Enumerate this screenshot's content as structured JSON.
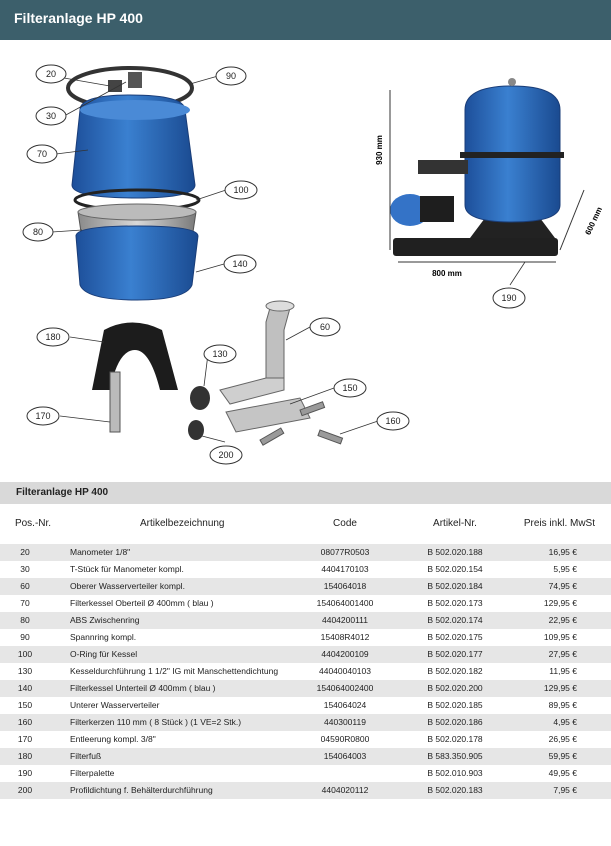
{
  "header": {
    "title": "Filteranlage HP 400"
  },
  "diagram": {
    "callouts": [
      "20",
      "90",
      "30",
      "70",
      "100",
      "80",
      "140",
      "60",
      "180",
      "130",
      "150",
      "170",
      "160",
      "200",
      "190"
    ],
    "dim_height": "930 mm",
    "dim_width": "800 mm",
    "dim_depth": "600 mm"
  },
  "section": {
    "title": "Filteranlage HP 400"
  },
  "table": {
    "headers": {
      "pos": "Pos.-Nr.",
      "desc": "Artikelbezeichnung",
      "code": "Code",
      "art": "Artikel-Nr.",
      "price": "Preis inkl. MwSt"
    },
    "rows": [
      {
        "pos": "20",
        "desc": "Manometer 1/8\"",
        "code": "08077R0503",
        "art": "B 502.020.188",
        "price": "16,95 €"
      },
      {
        "pos": "30",
        "desc": "T-Stück für Manometer kompl.",
        "code": "4404170103",
        "art": "B 502.020.154",
        "price": "5,95 €"
      },
      {
        "pos": "60",
        "desc": "Oberer Wasserverteiler kompl.",
        "code": "154064018",
        "art": "B 502.020.184",
        "price": "74,95 €"
      },
      {
        "pos": "70",
        "desc": "Filterkessel Oberteil Ø 400mm ( blau )",
        "code": "154064001400",
        "art": "B 502.020.173",
        "price": "129,95 €"
      },
      {
        "pos": "80",
        "desc": "ABS Zwischenring",
        "code": "4404200111",
        "art": "B 502.020.174",
        "price": "22,95 €"
      },
      {
        "pos": "90",
        "desc": "Spannring kompl.",
        "code": "15408R4012",
        "art": "B 502.020.175",
        "price": "109,95 €"
      },
      {
        "pos": "100",
        "desc": "O-Ring für Kessel",
        "code": "4404200109",
        "art": "B 502.020.177",
        "price": "27,95 €"
      },
      {
        "pos": "130",
        "desc": "Kesseldurchführung 1 1/2\" IG mit Manschettendichtung",
        "code": "44040040103",
        "art": "B 502.020.182",
        "price": "11,95 €"
      },
      {
        "pos": "140",
        "desc": "Filterkessel Unterteil Ø 400mm ( blau )",
        "code": "154064002400",
        "art": "B 502.020.200",
        "price": "129,95 €"
      },
      {
        "pos": "150",
        "desc": "Unterer Wasserverteiler",
        "code": "154064024",
        "art": "B 502.020.185",
        "price": "89,95 €"
      },
      {
        "pos": "160",
        "desc": "Filterkerzen 110 mm  ( 8 Stück )      (1 VE=2 Stk.)",
        "code": "440300119",
        "art": "B 502.020.186",
        "price": "4,95 €"
      },
      {
        "pos": "170",
        "desc": "Entleerung kompl. 3/8\"",
        "code": "04590R0800",
        "art": "B 502.020.178",
        "price": "26,95 €"
      },
      {
        "pos": "180",
        "desc": "Filterfuß",
        "code": "154064003",
        "art": "B 583.350.905",
        "price": "59,95 €"
      },
      {
        "pos": "190",
        "desc": "Filterpalette",
        "code": "",
        "art": "B 502.010.903",
        "price": "49,95 €"
      },
      {
        "pos": "200",
        "desc": "Profildichtung f. Behälterdurchführung",
        "code": "4404020112",
        "art": "B 502.020.183",
        "price": "7,95 €"
      }
    ]
  },
  "colors": {
    "header_bg": "#3c5f6b",
    "tank_blue": "#2f6fbf",
    "row_alt": "#e6e6e6",
    "section_bg": "#d9d9d9"
  }
}
